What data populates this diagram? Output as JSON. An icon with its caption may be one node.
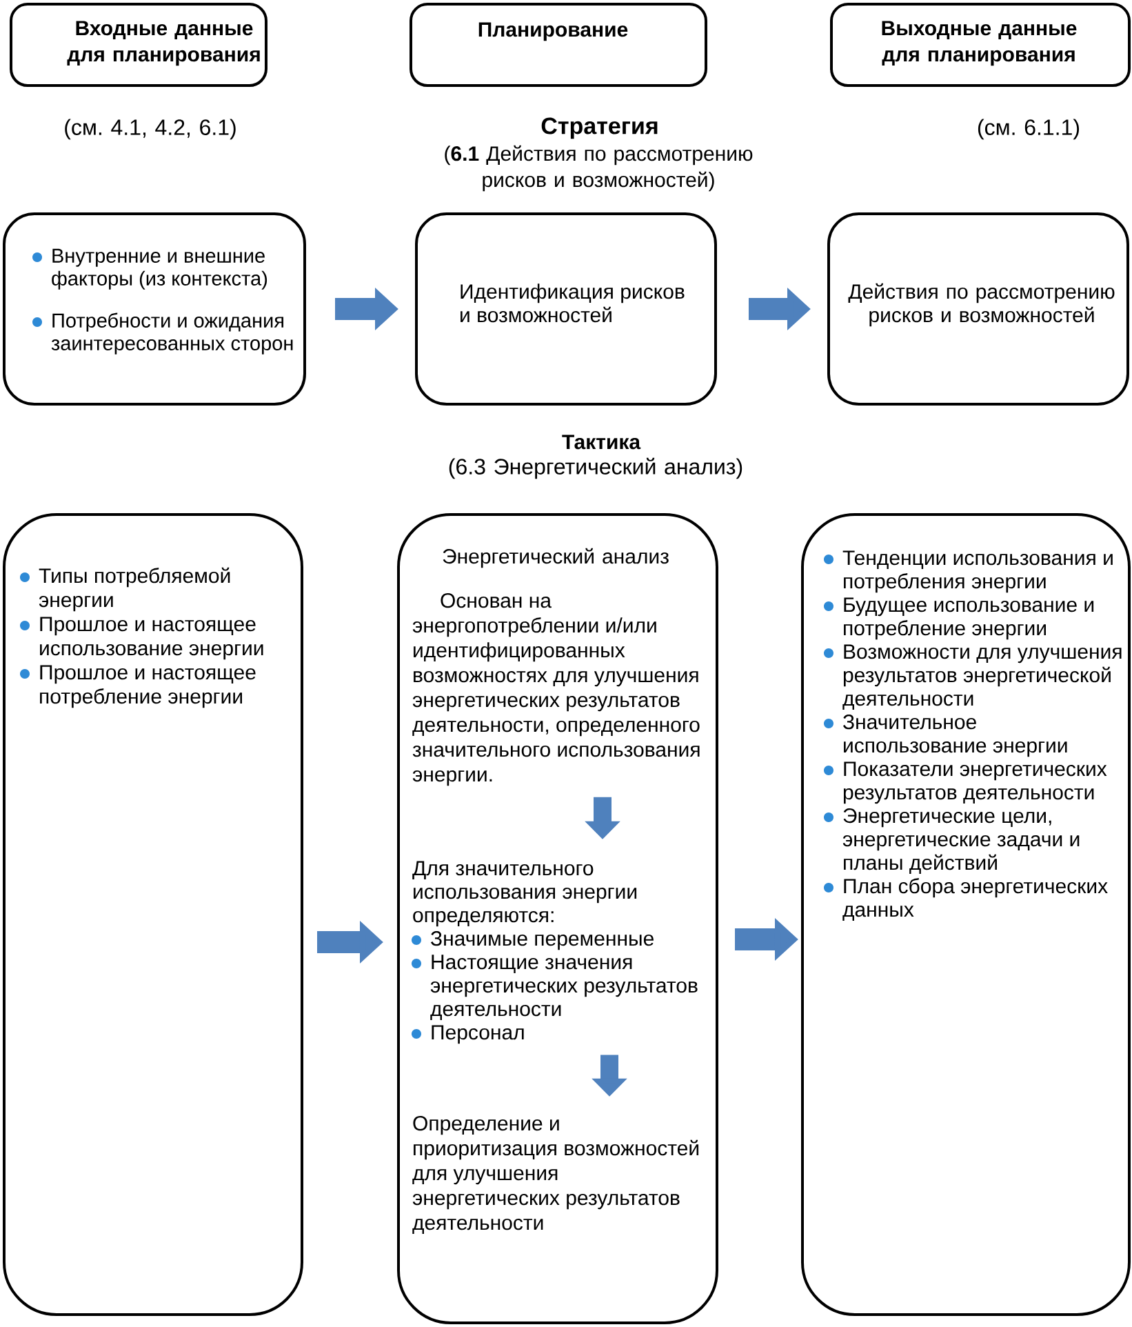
{
  "diagram": {
    "nodes": [
      {
        "text": [
          "Входные данные для планирования"
        ]
      },
      {
        "text": [
          "Планирование"
        ]
      },
      {
        "text": [
          "Выходные данные для планирования"
        ]
      },
      {
        "text": [
          "Внутренние и внешние факторы (из контекста)",
          "Потребности и ожидания заинтересованных сторон"
        ]
      },
      {
        "text": [
          "Идентификация рисков и возможностей"
        ]
      },
      {
        "text": [
          "Действия по рассмотрению рисков и возможностей"
        ]
      },
      {
        "text": [
          "Типы потребляемой энергии",
          "Прошлое и настоящее использование энергии",
          "Прошлое и настоящее потребление энергии"
        ]
      },
      {
        "text": [
          "Энергетический анализ"
        ]
      },
      {
        "text": [
          "Основан на энергопотреблении и/или идентифицированных возможностях для улучшения энергетических результатов деятельности, определенного значительного использования энергии."
        ],
        "in": 7
      },
      {
        "text": [
          "Для значительного использования энергии определяются:",
          "Значимые переменные",
          "Настоящие значения энергетических результатов деятельности",
          "Персонал"
        ],
        "in": 7
      },
      {
        "text": [
          "Определение и приоритизация возможностей для улучшения энергетических результатов деятельности"
        ],
        "in": 7
      },
      {
        "text": [
          "Тенденции использования и потребления энергии",
          "Будущее использование и потребление энергии",
          "Возможности для улучшения результатов энергетической деятельности",
          "Значительное использование энергии",
          "Показатели энергетических результатов деятельности",
          "Энергетические цели, энергетические задачи и планы действий",
          "План сбора энергетических данных"
        ]
      }
    ],
    "edges": [
      {
        "from": 3,
        "to": 4,
        "arrow": "to"
      },
      {
        "from": 4,
        "to": 5,
        "arrow": "to"
      },
      {
        "from": 6,
        "to": 7,
        "arrow": "to"
      },
      {
        "from": 7,
        "to": 11,
        "arrow": "to"
      },
      {
        "from": 8,
        "to": 9,
        "arrow": "to"
      },
      {
        "from": 9,
        "to": 10,
        "arrow": "to"
      }
    ],
    "labels": [
      "(см. 4.1, 4.2, 6.1)",
      "Стратегия",
      "(**6.1** Действия по рассмотрению рисков и возможностей)",
      "(см. 6.1.1)",
      "Тактика",
      "(6.3 Энергетический анализ)"
    ]
  }
}
